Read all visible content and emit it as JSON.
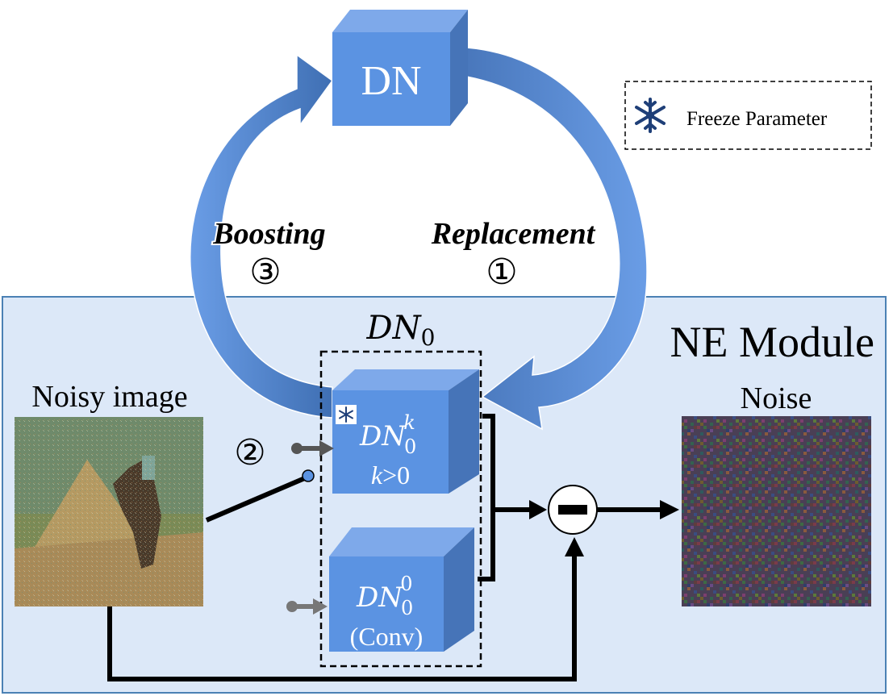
{
  "diagram": {
    "dn_box_label": "DN",
    "legend": {
      "text": "Freeze Parameter",
      "icon": "snowflake-icon"
    },
    "boosting_label": "Boosting",
    "boosting_step": "③",
    "replacement_label": "Replacement",
    "replacement_step": "①",
    "switch_step": "②",
    "module_label": "NE Module",
    "dn0_group_label": {
      "base": "DN",
      "sub": "0"
    },
    "noisy_image_label": "Noisy image",
    "noise_label": "Noise",
    "block_top": {
      "base": "DN",
      "sub": "0",
      "sup": "k",
      "condition_var": "k",
      "condition_rest": ">0"
    },
    "block_bottom": {
      "base": "DN",
      "sub": "0",
      "sup": "0",
      "note": "(Conv)"
    },
    "subtract_symbol": "minus-icon",
    "colors": {
      "module_bg": "#dce8f8",
      "module_border": "#4b81b4",
      "box_front": "#5b93e2",
      "box_top": "#7ea9ea",
      "box_side": "#4674b8",
      "arrow_light": "#5b93e2",
      "arrow_dark": "#3f6fb3",
      "legend_icon": "#1f3f78"
    }
  }
}
